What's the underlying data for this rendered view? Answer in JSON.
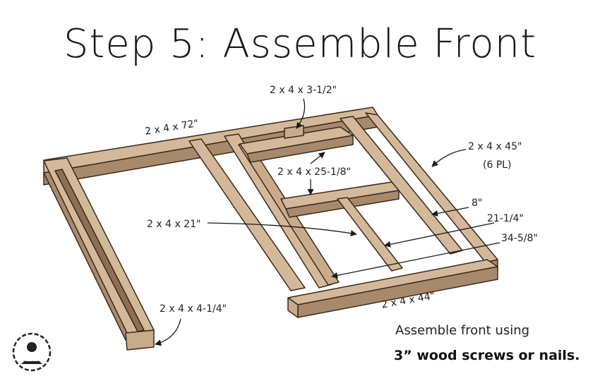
{
  "title": "Step 5: Assemble Front",
  "labels": {
    "top_rail": "2 x 4 x 72\"",
    "small_block": "2 x 4 x 3-1/2\"",
    "stiles": "2 x 4 x 45\"",
    "stiles_qty": "(6 PL)",
    "middle_rail": "2 x 4 x 25-1/8\"",
    "short_piece": "2 x 4 x 21\"",
    "dim_8": "8\"",
    "dim_21_1_4": "21-1/4\"",
    "dim_34_5_8": "34-5/8\"",
    "bottom_rail": "2 x 4 x 44\"",
    "foot_block": "2 x 4 x 4-1/4\""
  },
  "instructions": {
    "line1": "Assemble front using",
    "line2": "3” wood screws or nails."
  },
  "colors": {
    "wood_top": "#d4b89a",
    "wood_side": "#a9896c",
    "wood_end": "#c9ab8c",
    "outline": "#3a2a1c"
  },
  "logo": "woodworker-logo"
}
